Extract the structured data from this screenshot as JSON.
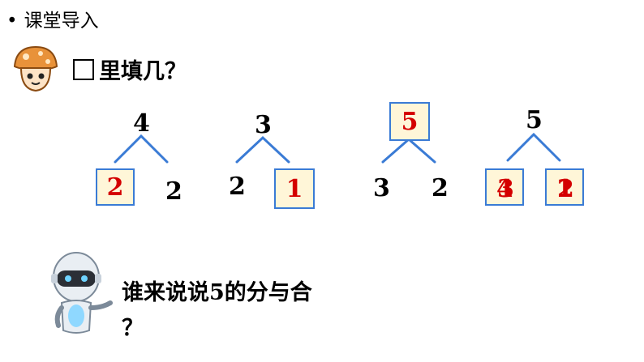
{
  "header": {
    "bullet": "•",
    "title": "课堂导入"
  },
  "prompt": {
    "text": "里填几？"
  },
  "trees": [
    {
      "top": "4",
      "left": "2",
      "right": "2"
    },
    {
      "top": "3",
      "left": "2",
      "right": "1"
    },
    {
      "top": "5",
      "left": "3",
      "right": "2"
    },
    {
      "top": "5",
      "left_options": [
        "4",
        "3"
      ],
      "right_options": [
        "1",
        "2"
      ]
    }
  ],
  "question": {
    "line1": "谁来说说5的分与合",
    "line2": "？"
  },
  "colors": {
    "answer": "#d40000",
    "branch": "#3a7bd5",
    "box_fill": "#fff6d8"
  }
}
